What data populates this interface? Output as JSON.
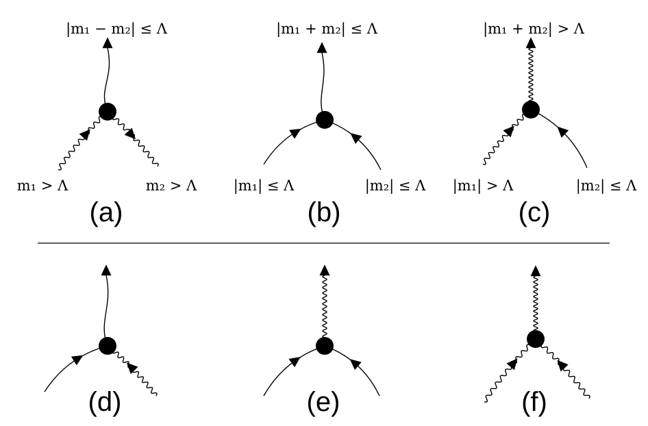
{
  "panels": {
    "a": {
      "label": "(a)",
      "top": "|m₁ − m₂| ≤ Λ",
      "left": "m₁ > Λ",
      "right": "m₂ > Λ"
    },
    "b": {
      "label": "(b)",
      "top": "|m₁ + m₂| ≤ Λ",
      "left": "|m₁| ≤ Λ",
      "right": "|m₂| ≤ Λ"
    },
    "c": {
      "label": "(c)",
      "top": "|m₁ + m₂| > Λ",
      "left": "|m₁| > Λ",
      "right": "|m₂| ≤ Λ"
    },
    "d": {
      "label": "(d)"
    },
    "e": {
      "label": "(e)"
    },
    "f": {
      "label": "(f)"
    }
  },
  "legs": {
    "a": {
      "top": "smooth",
      "left": "wavy",
      "right": "wavy"
    },
    "b": {
      "top": "smooth",
      "left": "smooth",
      "right": "smooth"
    },
    "c": {
      "top": "wavy",
      "left": "wavy",
      "right": "smooth"
    },
    "d": {
      "top": "smooth",
      "left": "smooth",
      "right": "wavy"
    },
    "e": {
      "top": "wavy",
      "left": "smooth",
      "right": "smooth"
    },
    "f": {
      "top": "wavy",
      "left": "wavy",
      "right": "wavy"
    }
  }
}
